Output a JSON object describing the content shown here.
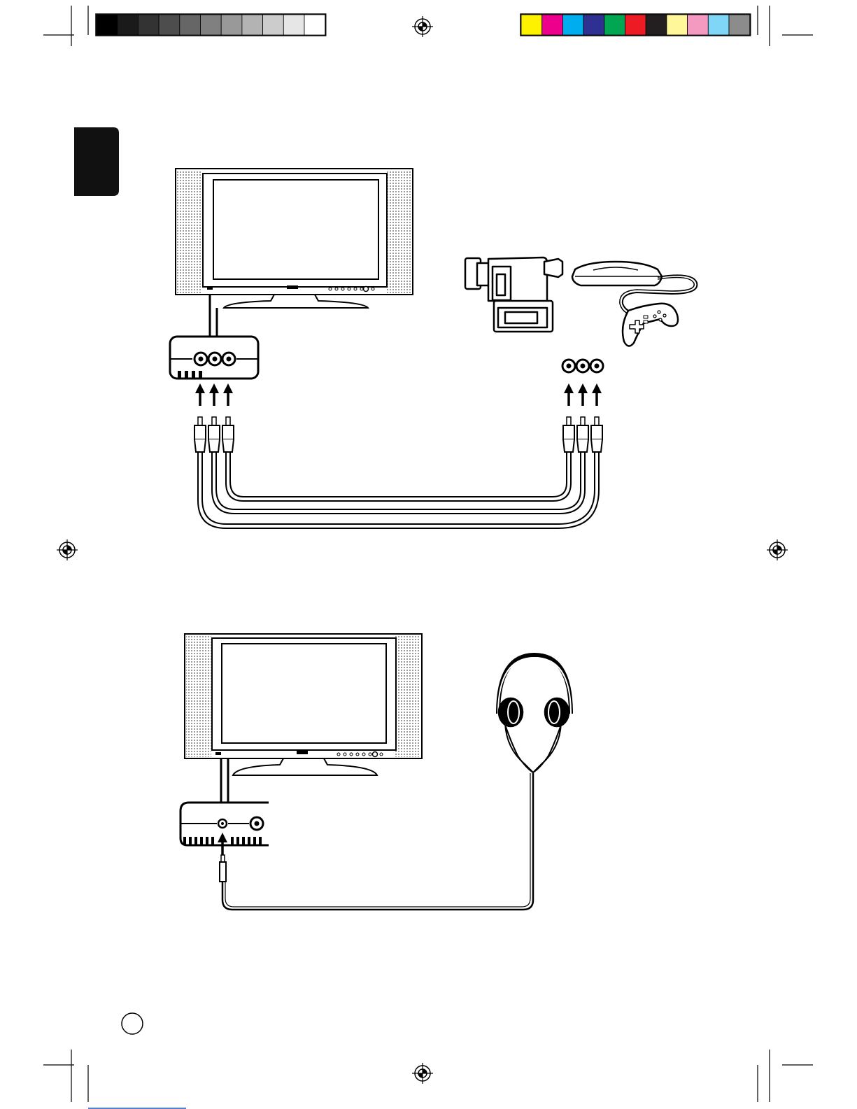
{
  "print_marks": {
    "grayscale_bar": [
      "#000000",
      "#1a1a1a",
      "#333333",
      "#4d4d4d",
      "#666666",
      "#808080",
      "#999999",
      "#b3b3b3",
      "#cccccc",
      "#e6e6e6",
      "#ffffff"
    ],
    "color_bar": [
      "#fff200",
      "#ec008c",
      "#00aeef",
      "#2e3192",
      "#00a651",
      "#ed1c24",
      "#231f20",
      "#fff799",
      "#f49ac1",
      "#7fd6f7",
      "#8c8c8c"
    ],
    "registration_icon": "crosshair-registration-icon"
  },
  "language_tab": {
    "color": "#111111"
  },
  "diagram_top": {
    "devices": [
      "lcd-tv-icon",
      "camcorder-icon",
      "game-console-icon",
      "gamepad-icon"
    ],
    "connector_type": "rca-composite-av",
    "plug_count": 3
  },
  "diagram_bottom": {
    "devices": [
      "lcd-tv-icon",
      "headphones-icon"
    ],
    "connector_type": "3.5mm-headphone-jack",
    "plug_count": 1
  },
  "page_number": ""
}
